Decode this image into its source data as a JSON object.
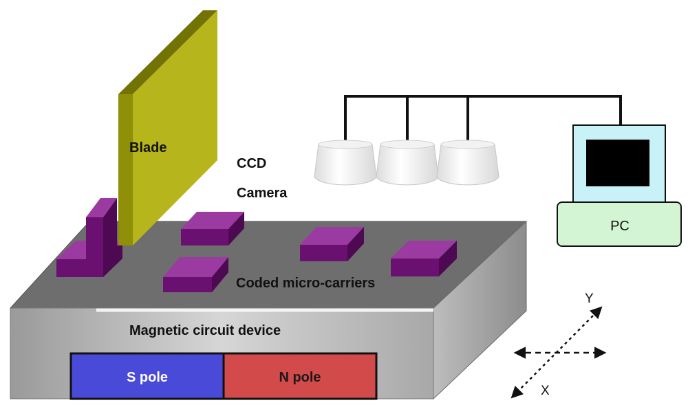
{
  "labels": {
    "blade": "Blade",
    "camera_line1": "CCD",
    "camera_line2": "Camera",
    "carriers": "Coded micro-carriers",
    "device": "Magnetic circuit device",
    "s_pole": "S pole",
    "n_pole": "N pole",
    "pc": "PC",
    "axis_y": "Y",
    "axis_x": "X"
  },
  "colors": {
    "blade": "#9a9a10",
    "carrier": "#7a1a7e",
    "platform_top": "#6e6e6e",
    "s_pole": "#4a4ad8",
    "n_pole": "#d24a4a",
    "pc_body": "#d4f5d4",
    "monitor_frame": "#c8f2f8"
  }
}
